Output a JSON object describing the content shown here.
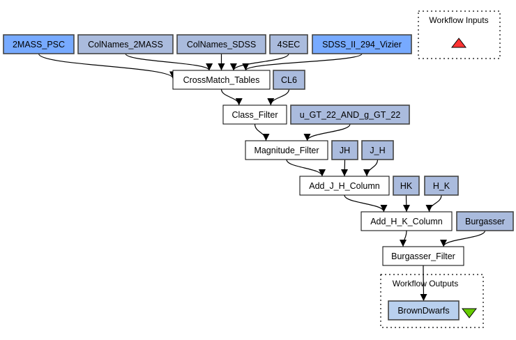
{
  "colors": {
    "source": "#77aaff",
    "constant": "#aabbdd",
    "processor": "#ffffff",
    "output": "#b9d0ee",
    "input_marker": "#ff3333",
    "output_marker": "#66cc00",
    "edge": "#000000"
  },
  "clusters": {
    "inputs": {
      "label": "Workflow Inputs"
    },
    "outputs": {
      "label": "Workflow Outputs"
    }
  },
  "nodes": [
    {
      "id": "2MASS_PSC",
      "label": "2MASS_PSC",
      "kind": "source"
    },
    {
      "id": "ColNames_2MASS",
      "label": "ColNames_2MASS",
      "kind": "constant"
    },
    {
      "id": "ColNames_SDSS",
      "label": "ColNames_SDSS",
      "kind": "constant"
    },
    {
      "id": "4SEC",
      "label": "4SEC",
      "kind": "constant"
    },
    {
      "id": "SDSS_II_294_Vizier",
      "label": "SDSS_II_294_Vizier",
      "kind": "source"
    },
    {
      "id": "CrossMatch_Tables",
      "label": "CrossMatch_Tables",
      "kind": "processor"
    },
    {
      "id": "CL6",
      "label": "CL6",
      "kind": "constant"
    },
    {
      "id": "Class_Filter",
      "label": "Class_Filter",
      "kind": "processor"
    },
    {
      "id": "u_GT_22_AND_g_GT_22",
      "label": "u_GT_22_AND_g_GT_22",
      "kind": "constant"
    },
    {
      "id": "Magnitude_Filter",
      "label": "Magnitude_Filter",
      "kind": "processor"
    },
    {
      "id": "JH",
      "label": "JH",
      "kind": "constant"
    },
    {
      "id": "J_H",
      "label": "J_H",
      "kind": "constant"
    },
    {
      "id": "Add_J_H_Column",
      "label": "Add_J_H_Column",
      "kind": "processor"
    },
    {
      "id": "HK",
      "label": "HK",
      "kind": "constant"
    },
    {
      "id": "H_K",
      "label": "H_K",
      "kind": "constant"
    },
    {
      "id": "Add_H_K_Column",
      "label": "Add_H_K_Column",
      "kind": "processor"
    },
    {
      "id": "Burgasser",
      "label": "Burgasser",
      "kind": "constant"
    },
    {
      "id": "Burgasser_Filter",
      "label": "Burgasser_Filter",
      "kind": "processor"
    },
    {
      "id": "BrownDwarfs",
      "label": "BrownDwarfs",
      "kind": "output"
    }
  ],
  "edges": [
    [
      "2MASS_PSC",
      "CrossMatch_Tables"
    ],
    [
      "ColNames_2MASS",
      "CrossMatch_Tables"
    ],
    [
      "ColNames_SDSS",
      "CrossMatch_Tables"
    ],
    [
      "4SEC",
      "CrossMatch_Tables"
    ],
    [
      "SDSS_II_294_Vizier",
      "CrossMatch_Tables"
    ],
    [
      "CrossMatch_Tables",
      "Class_Filter"
    ],
    [
      "CL6",
      "Class_Filter"
    ],
    [
      "Class_Filter",
      "Magnitude_Filter"
    ],
    [
      "u_GT_22_AND_g_GT_22",
      "Magnitude_Filter"
    ],
    [
      "Magnitude_Filter",
      "Add_J_H_Column"
    ],
    [
      "JH",
      "Add_J_H_Column"
    ],
    [
      "J_H",
      "Add_J_H_Column"
    ],
    [
      "Add_J_H_Column",
      "Add_H_K_Column"
    ],
    [
      "HK",
      "Add_H_K_Column"
    ],
    [
      "H_K",
      "Add_H_K_Column"
    ],
    [
      "Add_H_K_Column",
      "Burgasser_Filter"
    ],
    [
      "Burgasser",
      "Burgasser_Filter"
    ],
    [
      "Burgasser_Filter",
      "BrownDwarfs"
    ]
  ]
}
